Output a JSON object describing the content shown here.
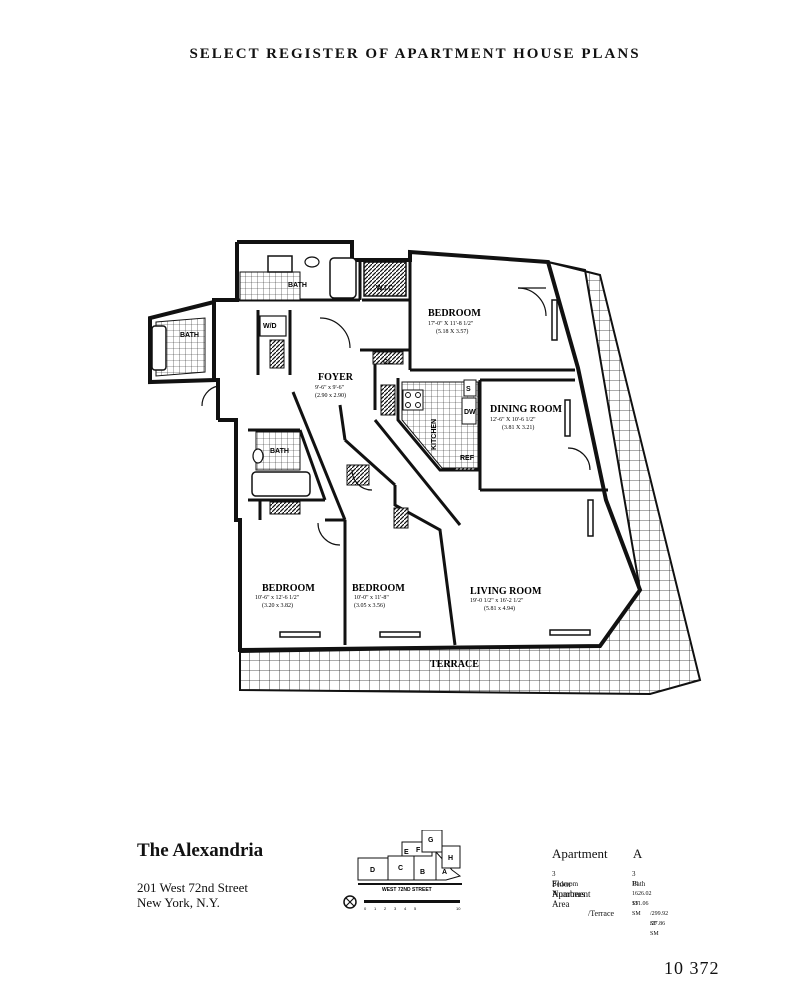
{
  "header": {
    "title": "SELECT REGISTER OF APARTMENT HOUSE PLANS"
  },
  "rooms": {
    "bedroom1": {
      "label": "BEDROOM",
      "dim1": "17'-0\" X 11'-8 1/2\"",
      "dim2": "(5.18 X 3.57)"
    },
    "foyer": {
      "label": "FOYER",
      "dim1": "9'-6\" x 9'-6\"",
      "dim2": "(2.90 x 2.90)"
    },
    "dining": {
      "label": "DINING ROOM",
      "dim1": "12'-6\" X 10'-6 1/2\"",
      "dim2": "(3.81 X 3.21)"
    },
    "bedroom2": {
      "label": "BEDROOM",
      "dim1": "10'-6\" x 12'-6 1/2\"",
      "dim2": "(3.20 x 3.82)"
    },
    "bedroom3": {
      "label": "BEDROOM",
      "dim1": "10'-0\" x 11'-8\"",
      "dim2": "(3.05 x 3.56)"
    },
    "living": {
      "label": "LIVING ROOM",
      "dim1": "19'-0 1/2\" x 16'-2 1/2\"",
      "dim2": "(5.81 x 4.94)"
    },
    "terrace": {
      "label": "TERRACE"
    },
    "bath_top": {
      "label": "BATH"
    },
    "bath_left": {
      "label": "BATH"
    },
    "bath_mid": {
      "label": "BATH"
    },
    "kitchen": {
      "label": "KITCHEN"
    },
    "wic": {
      "label": "W.I.C"
    },
    "wd": {
      "label": "W/D"
    },
    "cl": {
      "label": "CL"
    },
    "dw": {
      "label": "DW"
    },
    "ref": {
      "label": "REF"
    },
    "s": {
      "label": "S"
    }
  },
  "building": {
    "name": "The Alexandria",
    "address1": "201 West 72nd Street",
    "address2": "New York, N.Y."
  },
  "keymap": {
    "street": "WEST 72ND STREET",
    "units": [
      "D",
      "C",
      "B",
      "A",
      "E",
      "F",
      "G",
      "H"
    ],
    "scale": [
      "0",
      "1",
      "2",
      "3",
      "4",
      "5",
      "10"
    ]
  },
  "apartment": {
    "label": "Apartment",
    "letter": "A",
    "bedroom": "3 Bedroom",
    "bath": "3 Bath",
    "floor_label": "Floor Numbers",
    "floor_value": "18",
    "area_label": "Apartment Area",
    "area_sf": "1626.02 SF",
    "area_sm": "151.06 SM",
    "terrace_label": "/Terrace",
    "terrace_sf": "/299.92 SF",
    "terrace_sm": "/27.86 SM"
  },
  "page": {
    "number": "10  372"
  }
}
